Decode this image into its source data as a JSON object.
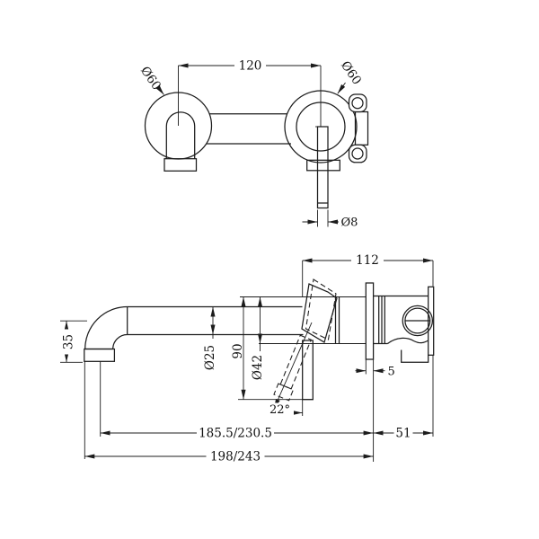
{
  "drawing": {
    "type": "technical-dimension-drawing",
    "subject": "wall-mounted mixer tap, front view and side view",
    "colors": {
      "background": "#ffffff",
      "line": "#1c1c1c",
      "text": "#111111"
    },
    "front_view": {
      "left_plate_diameter": "Ø60",
      "right_plate_diameter": "Ø60",
      "centres_spacing": "120",
      "lever_diameter": "Ø8"
    },
    "side_view": {
      "body_length": "112",
      "spout_drop": "35",
      "spout_diameter": "Ø25",
      "body_height": "90",
      "handle_base_diameter": "Ø42",
      "lever_angle": "22°",
      "wall_plate_thickness": "5",
      "reach_to_outlet_centre": "185.5/230.5",
      "body_projection": "51",
      "total_reach": "198/243"
    }
  }
}
